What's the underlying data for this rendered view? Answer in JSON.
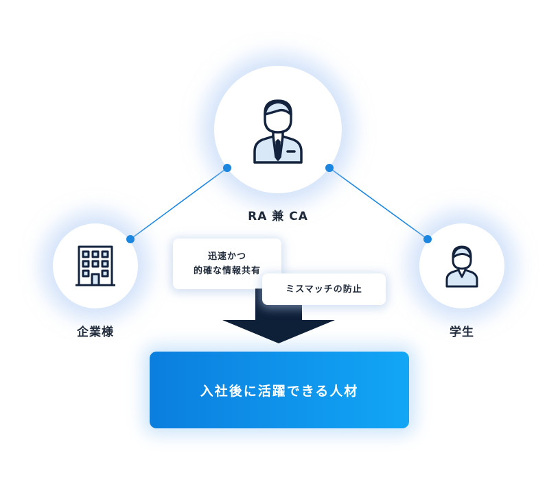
{
  "nodes": {
    "ra": {
      "label": "RA 兼 CA",
      "icon": "businessman-icon"
    },
    "company": {
      "label": "企業様",
      "icon": "building-icon"
    },
    "student": {
      "label": "学生",
      "icon": "student-icon"
    }
  },
  "bubbles": {
    "info_share": {
      "line1": "迅速かつ",
      "line2": "的確な情報共有"
    },
    "mismatch": {
      "text": "ミスマッチの防止"
    }
  },
  "result": {
    "text": "入社後に活躍できる人材"
  },
  "colors": {
    "connector": "#1a86e0",
    "dot": "#1a86e0",
    "arrow": "#0e1f38",
    "result_gradient_start": "#0b7ede",
    "result_gradient_end": "#12a6f6",
    "icon_stroke": "#13233d",
    "icon_fill": "#d9e8f7"
  }
}
